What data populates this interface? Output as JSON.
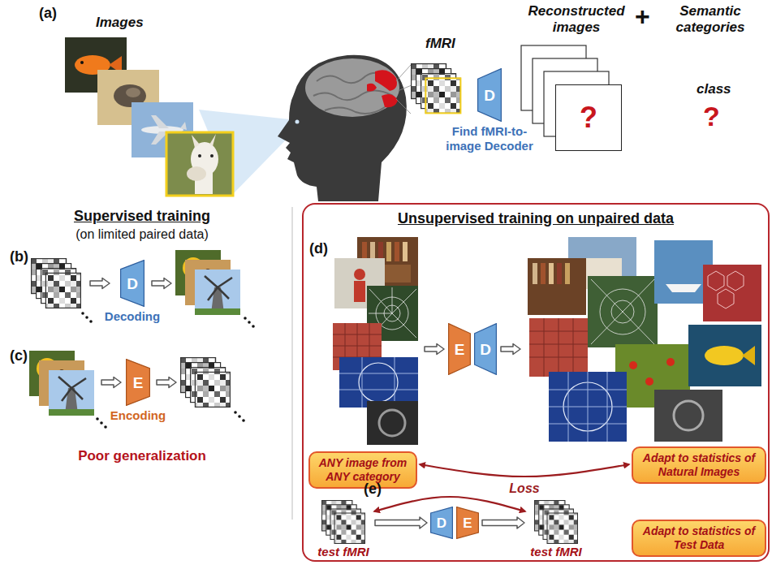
{
  "diagram": {
    "nodes": [
      {
        "text": [
          "D",
          "Find fMRI-to-image Decoder"
        ]
      },
      {
        "text": [
          "?"
        ]
      },
      {
        "text": [
          "D",
          "Decoding"
        ]
      },
      {
        "text": [
          "E",
          "Encoding"
        ]
      },
      {
        "text": [
          "Unsupervised training on unpaired data"
        ]
      },
      {
        "text": [
          "E"
        ],
        "in": 4
      },
      {
        "text": [
          "D"
        ],
        "in": 4
      },
      {
        "text": [
          "ANY image from ANY category"
        ],
        "in": 4
      },
      {
        "text": [
          "Adapt to statistics of Natural Images"
        ],
        "in": 4
      },
      {
        "text": [
          "test fMRI"
        ],
        "in": 4
      },
      {
        "text": [
          "D"
        ],
        "in": 4
      },
      {
        "text": [
          "E"
        ],
        "in": 4
      },
      {
        "text": [
          "test fMRI"
        ],
        "in": 4
      },
      {
        "text": [
          "Adapt to statistics of Test Data"
        ],
        "in": 4
      }
    ],
    "edges": [
      {
        "from": 7,
        "to": 8,
        "label": "Loss",
        "arrow": "both"
      },
      {
        "from": 9,
        "to": 12,
        "arrow": "both"
      },
      {
        "from": 9,
        "to": 10,
        "arrow": "to"
      },
      {
        "from": 11,
        "to": 12,
        "arrow": "to"
      }
    ],
    "labels": [
      "(a)",
      "Images",
      "fMRI",
      "Reconstructed images",
      "+",
      "Semantic categories",
      "class",
      "?",
      "Supervised training",
      "(on limited paired data)",
      "(b)",
      "(c)",
      "Poor generalization",
      "(d)",
      "(e)"
    ]
  }
}
